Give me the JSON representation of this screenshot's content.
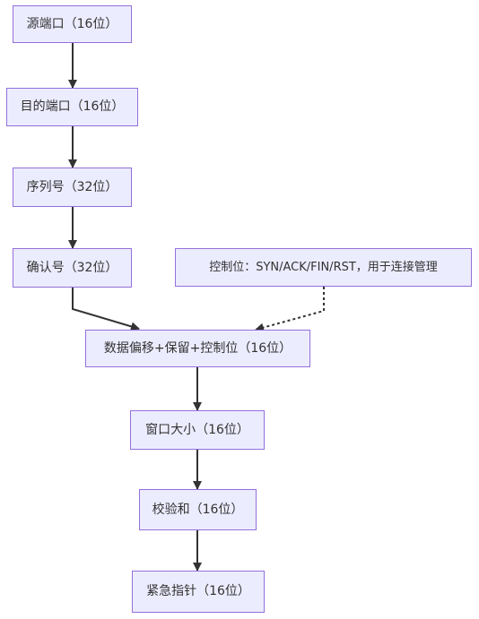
{
  "diagram": {
    "nodes": {
      "source_port": "源端口（16位）",
      "dest_port": "目的端口（16位）",
      "seq_num": "序列号（32位）",
      "ack_num": "确认号（32位）",
      "control_note": "控制位：SYN/ACK/FIN/RST，用于连接管理",
      "offset_reserved_control": "数据偏移+保留+控制位（16位）",
      "window_size": "窗口大小（16位）",
      "checksum": "校验和（16位）",
      "urgent_pointer": "紧急指针（16位）"
    },
    "colors": {
      "node_fill": "#ececff",
      "node_border": "#9370db",
      "text": "#333333",
      "edge": "#333333"
    }
  }
}
